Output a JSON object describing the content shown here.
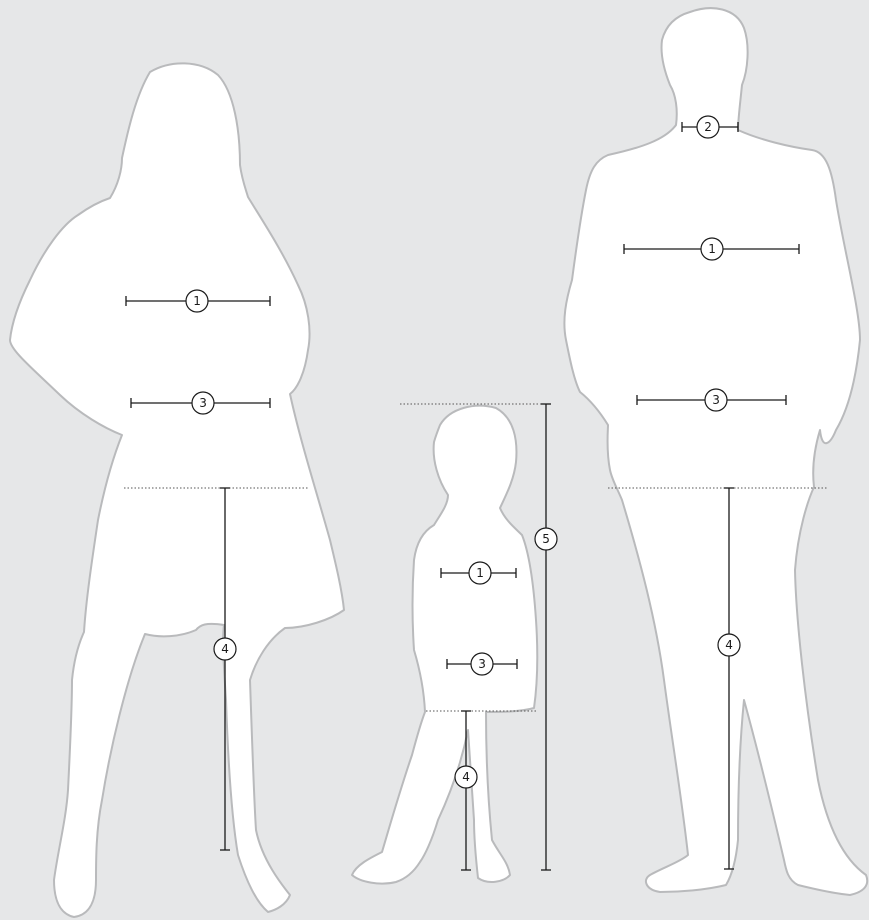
{
  "background_color": "#e6e7e8",
  "silhouette_fill": "#ffffff",
  "silhouette_outline": "#b9babc",
  "figures": [
    {
      "name": "woman",
      "markers": [
        {
          "id": "woman-marker-1",
          "label": "1"
        },
        {
          "id": "woman-marker-3",
          "label": "3"
        },
        {
          "id": "woman-marker-4",
          "label": "4"
        }
      ]
    },
    {
      "name": "child",
      "markers": [
        {
          "id": "child-marker-1",
          "label": "1"
        },
        {
          "id": "child-marker-3",
          "label": "3"
        },
        {
          "id": "child-marker-4",
          "label": "4"
        },
        {
          "id": "child-marker-5",
          "label": "5"
        }
      ]
    },
    {
      "name": "man",
      "markers": [
        {
          "id": "man-marker-2",
          "label": "2"
        },
        {
          "id": "man-marker-1",
          "label": "1"
        },
        {
          "id": "man-marker-3",
          "label": "3"
        },
        {
          "id": "man-marker-4",
          "label": "4"
        }
      ]
    }
  ]
}
